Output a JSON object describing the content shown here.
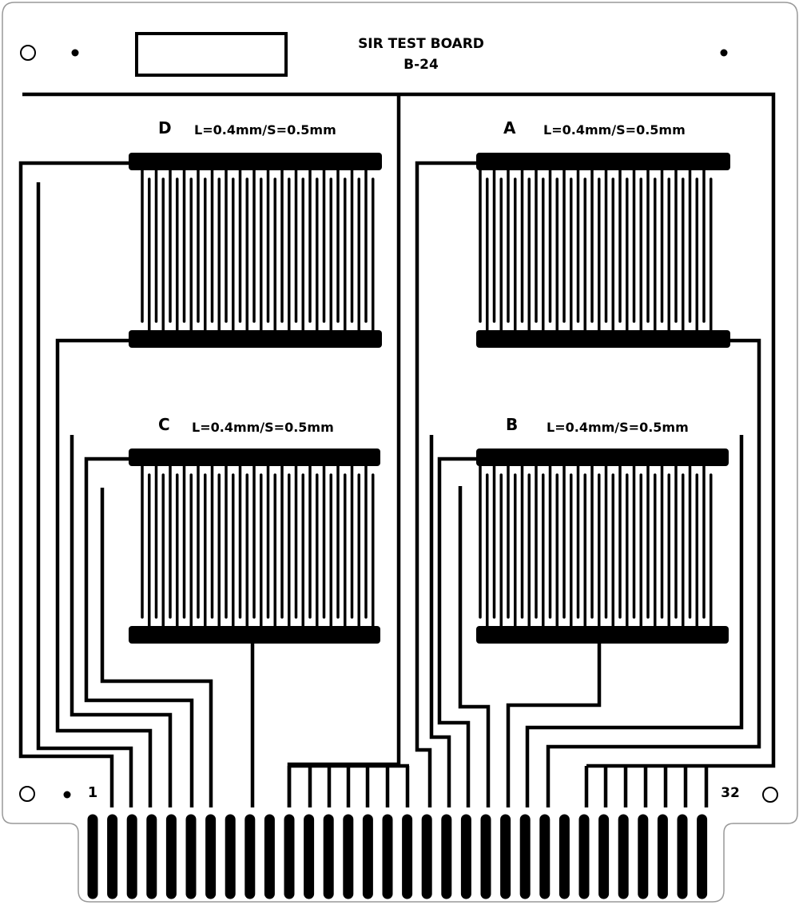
{
  "board": {
    "title": "SIR TEST BOARD",
    "model": "B-24",
    "pin_first": "1",
    "pin_last": "32",
    "colors": {
      "copper": "#000000",
      "substrate": "#ffffff",
      "outline": "#999999"
    }
  },
  "patterns": [
    {
      "letter": "D",
      "spec": "L=0.4mm/S=0.5mm"
    },
    {
      "letter": "A",
      "spec": "L=0.4mm/S=0.5mm"
    },
    {
      "letter": "C",
      "spec": "L=0.4mm/S=0.5mm"
    },
    {
      "letter": "B",
      "spec": "L=0.4mm/S=0.5mm"
    }
  ]
}
